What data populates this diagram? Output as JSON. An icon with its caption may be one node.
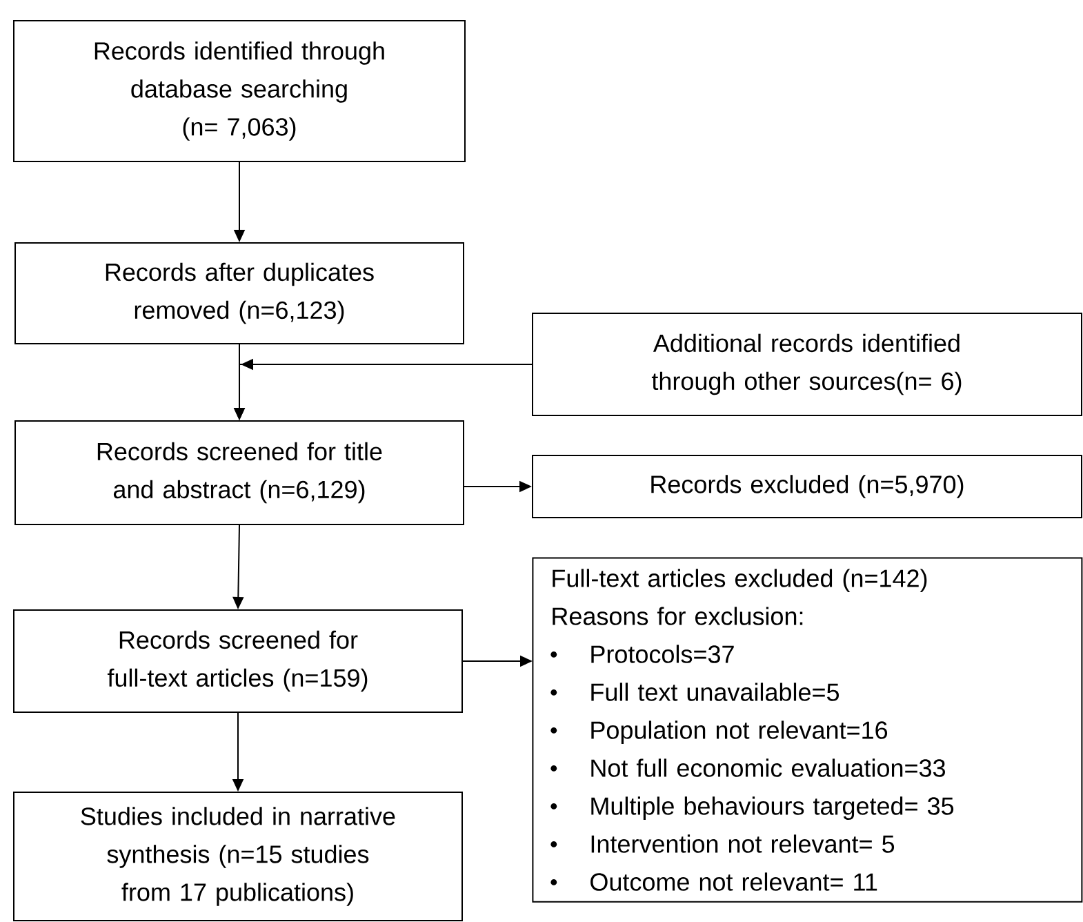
{
  "diagram": {
    "nodes": [
      {
        "text": [
          "Records identified through database searching",
          "(n= 7,063)"
        ]
      },
      {
        "text": [
          "Records after duplicates removed (n=6,123)"
        ]
      },
      {
        "text": [
          "Additional records identified through other sources(n= 6)"
        ]
      },
      {
        "text": [
          "Records screened for title and abstract (n=6,129)"
        ]
      },
      {
        "text": [
          "Records excluded (n=5,970)"
        ]
      },
      {
        "text": [
          "Records screened for full-text articles (n=159)"
        ]
      },
      {
        "text": [
          "Full-text articles excluded (n=142)",
          "Reasons for exclusion:",
          "Protocols=37",
          "Full text unavailable=5",
          "Population not relevant=16",
          "Not full economic evaluation=33",
          "Multiple behaviours targeted= 35",
          "Intervention not relevant= 5",
          "Outcome not relevant= 11"
        ]
      },
      {
        "text": [
          "Studies included in narrative synthesis (n=15 studies from 17 publications)"
        ]
      }
    ],
    "edges": [
      {
        "from": 0,
        "to": 1,
        "arrow": "to"
      },
      {
        "from": 1,
        "to": 3,
        "arrow": "to"
      },
      {
        "from": 2,
        "to": 3,
        "arrow": "to"
      },
      {
        "from": 3,
        "to": 4,
        "arrow": "to"
      },
      {
        "from": 3,
        "to": 5,
        "arrow": "to"
      },
      {
        "from": 5,
        "to": 6,
        "arrow": "to"
      },
      {
        "from": 5,
        "to": 7,
        "arrow": "to"
      }
    ]
  }
}
